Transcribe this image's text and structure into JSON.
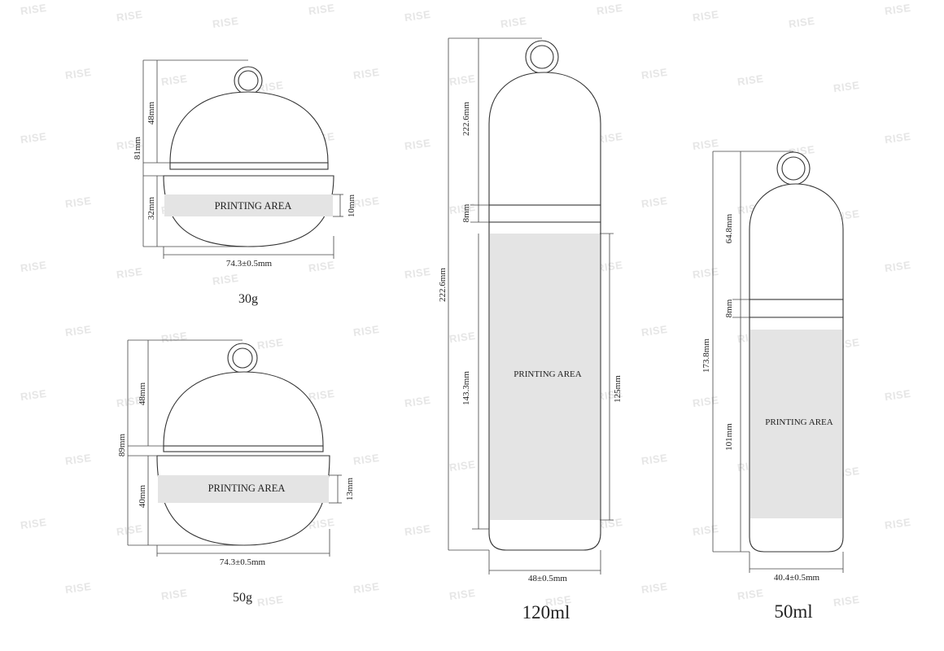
{
  "watermark": {
    "text": "RISE",
    "repeat": 95
  },
  "jar30": {
    "label": "30g",
    "printing_area": "PRINTING AREA",
    "total_height": "81mm",
    "cap_height": "48mm",
    "base_height": "32mm",
    "print_height": "10mm",
    "diameter": "74.3±0.5mm"
  },
  "jar50": {
    "label": "50g",
    "printing_area": "PRINTING AREA",
    "total_height": "89mm",
    "cap_height": "48mm",
    "base_height": "40mm",
    "print_height": "13mm",
    "diameter": "74.3±0.5mm"
  },
  "bottle120": {
    "label": "120ml",
    "printing_area": "PRINTING AREA",
    "total_height": "222.6mm",
    "cap_height": "222.6mm",
    "collar_height": "8mm",
    "body_height": "143.3mm",
    "print_height": "125mm",
    "diameter": "48±0.5mm"
  },
  "bottle50": {
    "label": "50ml",
    "printing_area": "PRINTING AREA",
    "total_height": "173.8mm",
    "cap_height": "64.8mm",
    "collar_height": "8mm",
    "body_height": "101mm",
    "diameter": "40.4±0.5mm"
  }
}
